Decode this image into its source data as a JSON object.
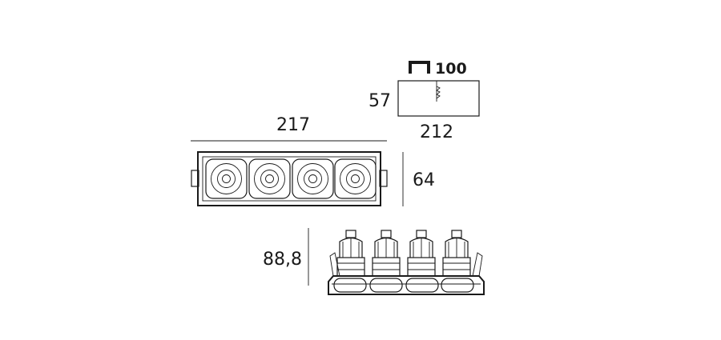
{
  "cutout": {
    "label": "100",
    "depth": "57",
    "width": "212"
  },
  "front_view": {
    "length": "217",
    "height": "64"
  },
  "side_view": {
    "total_height": "88,8"
  },
  "modules": 4
}
